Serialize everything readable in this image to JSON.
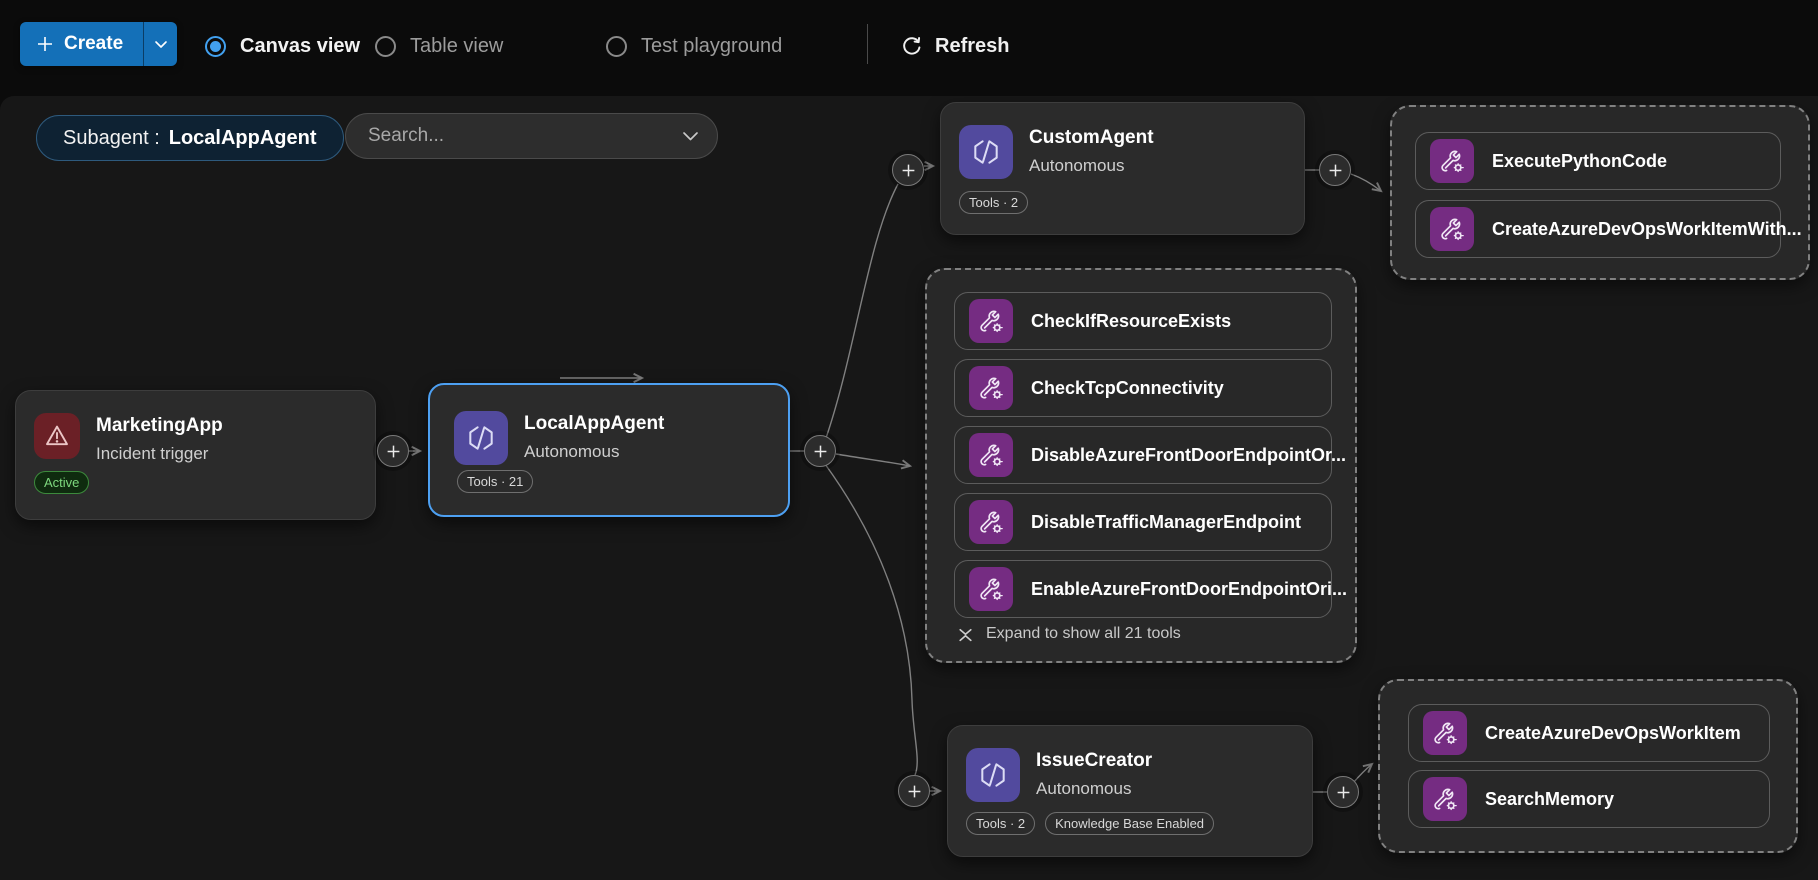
{
  "toolbar": {
    "create_label": "Create",
    "views": [
      {
        "label": "Canvas view",
        "selected": true
      },
      {
        "label": "Table view",
        "selected": false
      },
      {
        "label": "Test playground",
        "selected": false
      }
    ],
    "refresh_label": "Refresh"
  },
  "filters": {
    "subagent_prefix": "Subagent :",
    "subagent_name": "LocalAppAgent",
    "search_placeholder": "Search..."
  },
  "canvas": {
    "trigger": {
      "title": "MarketingApp",
      "subtitle": "Incident trigger",
      "status": "Active"
    },
    "main_agent": {
      "title": "LocalAppAgent",
      "subtitle": "Autonomous",
      "tools_badge": "Tools · 21"
    },
    "custom_agent": {
      "title": "CustomAgent",
      "subtitle": "Autonomous",
      "tools_badge": "Tools · 2"
    },
    "issue_agent": {
      "title": "IssueCreator",
      "subtitle": "Autonomous",
      "tools_badge": "Tools · 2",
      "kb_badge": "Knowledge Base Enabled"
    },
    "tool_group": {
      "tools": [
        "CheckIfResourceExists",
        "CheckTcpConnectivity",
        "DisableAzureFrontDoorEndpointOr...",
        "DisableTrafficManagerEndpoint",
        "EnableAzureFrontDoorEndpointOri..."
      ],
      "expand_label": "Expand to show all 21 tools"
    },
    "custom_agent_tools": [
      "ExecutePythonCode",
      "CreateAzureDevOpsWorkItemWith..."
    ],
    "issue_agent_tools": [
      "CreateAzureDevOpsWorkItem",
      "SearchMemory"
    ]
  },
  "colors": {
    "primary_button": "#1470b8",
    "selection_blue": "#4da0f2",
    "radio_blue": "#42a1f0",
    "agent_icon_bg": "#524a9e",
    "tool_icon_bg": "#752c82",
    "trigger_icon_bg": "#6b2026",
    "active_green": "#7ed87e"
  }
}
